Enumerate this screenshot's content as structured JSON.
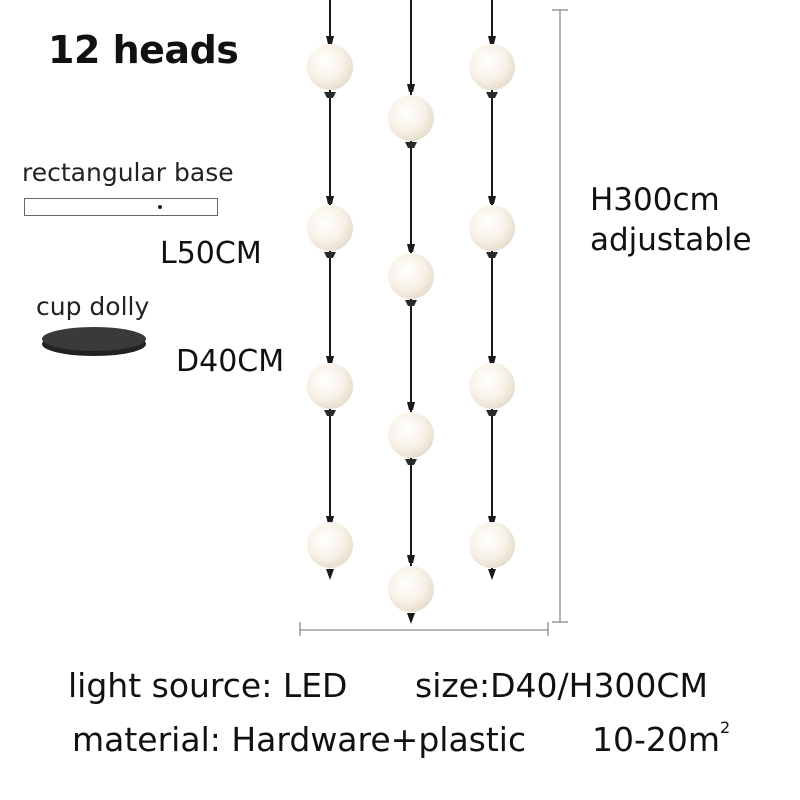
{
  "heading": "12 heads",
  "base_options": {
    "rectangular": {
      "label": "rectangular base",
      "size": "L50CM"
    },
    "round": {
      "label": "cup dolly",
      "size": "D40CM"
    }
  },
  "height_note": {
    "line1": "H300cm",
    "line2": "adjustable"
  },
  "specs": {
    "light_source": "light source: LED",
    "size": "size:D40/H300CM",
    "material": "material: Hardware+plastic",
    "area": "10-20m",
    "area_sup": "2"
  },
  "colors": {
    "cord": "#1a1a1a",
    "globe": "#f7f1e6",
    "dimension_line": "#888888"
  }
}
